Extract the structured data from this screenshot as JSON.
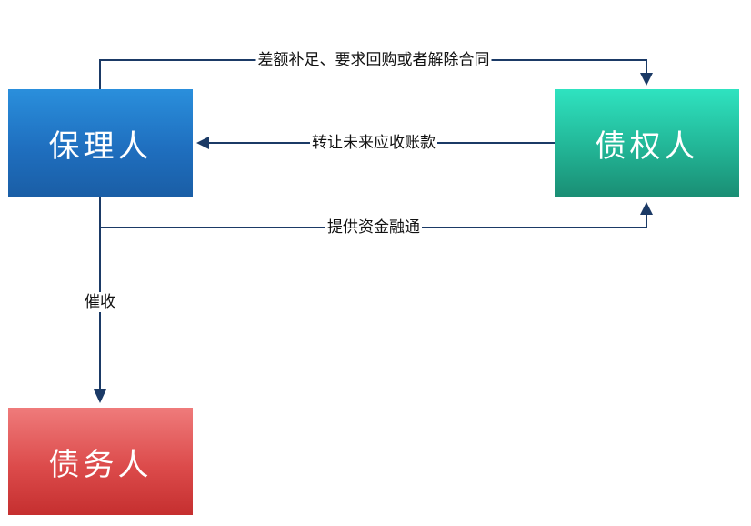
{
  "nodes": {
    "factor": "保理人",
    "creditor": "债权人",
    "debtor": "债务人"
  },
  "edges": {
    "top_label": "差额补足、要求回购或者解除合同",
    "middle_label": "转让未来应收账款",
    "lower_label": "提供资金融通",
    "collect_label": "催收"
  },
  "colors": {
    "arrow": "#1b3a66",
    "factor": "#1f6fbf",
    "creditor": "#22b596",
    "debtor": "#dc4b4b"
  }
}
